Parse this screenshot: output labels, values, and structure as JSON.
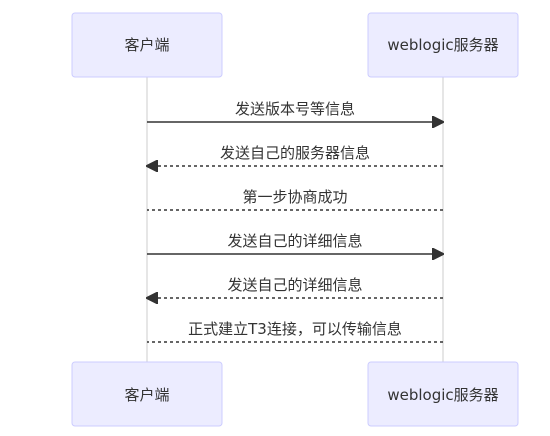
{
  "diagram": {
    "type": "sequence",
    "participants": [
      {
        "id": "client",
        "label": "客户端"
      },
      {
        "id": "server",
        "label": "weblogic服务器"
      }
    ],
    "messages": [
      {
        "from": "client",
        "to": "server",
        "text": "发送版本号等信息",
        "style": "solid",
        "arrow": true
      },
      {
        "from": "server",
        "to": "client",
        "text": "发送自己的服务器信息",
        "style": "dashed",
        "arrow": true
      },
      {
        "from": "server",
        "to": "client",
        "text": "第一步协商成功",
        "style": "dashed",
        "arrow": false
      },
      {
        "from": "client",
        "to": "server",
        "text": "发送自己的详细信息",
        "style": "solid",
        "arrow": true
      },
      {
        "from": "server",
        "to": "client",
        "text": "发送自己的详细信息",
        "style": "dashed",
        "arrow": true
      },
      {
        "from": "server",
        "to": "client",
        "text": "正式建立T3连接，可以传输信息",
        "style": "dashed",
        "arrow": false
      }
    ]
  },
  "colors": {
    "actor_fill": "#ECECFF",
    "actor_stroke": "#CCCCFF",
    "lifeline": "#999999",
    "text": "#333333",
    "line": "#333333"
  }
}
